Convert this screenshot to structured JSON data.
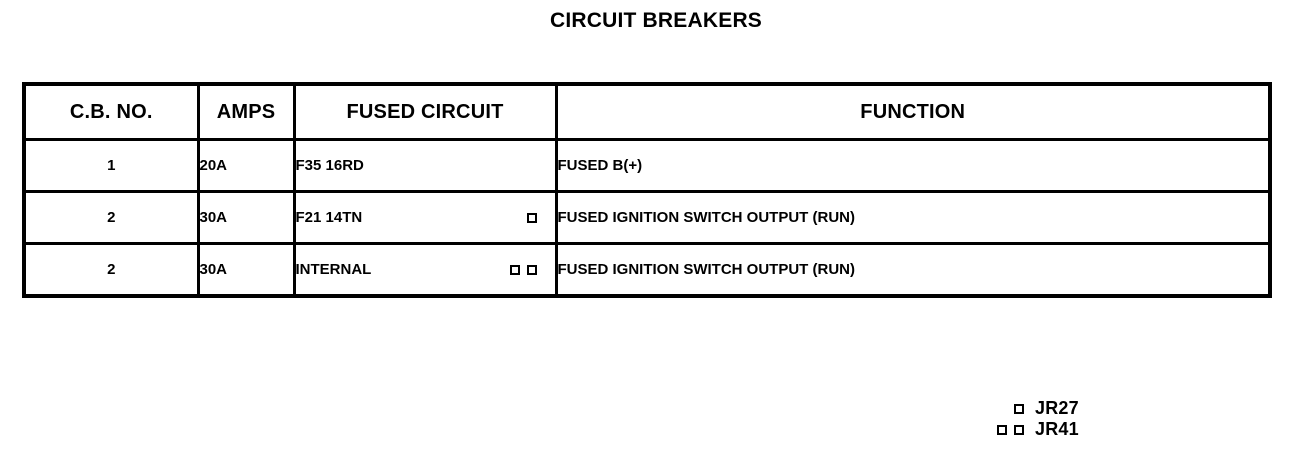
{
  "page": {
    "title": "CIRCUIT BREAKERS",
    "background_color": "#ffffff",
    "ink_color": "#000000"
  },
  "table": {
    "columns": [
      {
        "key": "cb_no",
        "label": "C.B. NO."
      },
      {
        "key": "amps",
        "label": "AMPS"
      },
      {
        "key": "fused",
        "label": "FUSED CIRCUIT"
      },
      {
        "key": "func",
        "label": "FUNCTION"
      }
    ],
    "rows": [
      {
        "cb_no": "1",
        "amps": "20A",
        "fused_circuit": "F35 16RD",
        "markers": 0,
        "function": "FUSED B(+)"
      },
      {
        "cb_no": "2",
        "amps": "30A",
        "fused_circuit": "F21 14TN",
        "markers": 1,
        "function": "FUSED IGNITION SWITCH OUTPUT (RUN)"
      },
      {
        "cb_no": "2",
        "amps": "30A",
        "fused_circuit": "INTERNAL",
        "markers": 2,
        "function": "FUSED IGNITION SWITCH OUTPUT (RUN)"
      }
    ]
  },
  "legend": {
    "entries": [
      {
        "markers": 1,
        "label": "JR27"
      },
      {
        "markers": 2,
        "label": "JR41"
      }
    ]
  }
}
